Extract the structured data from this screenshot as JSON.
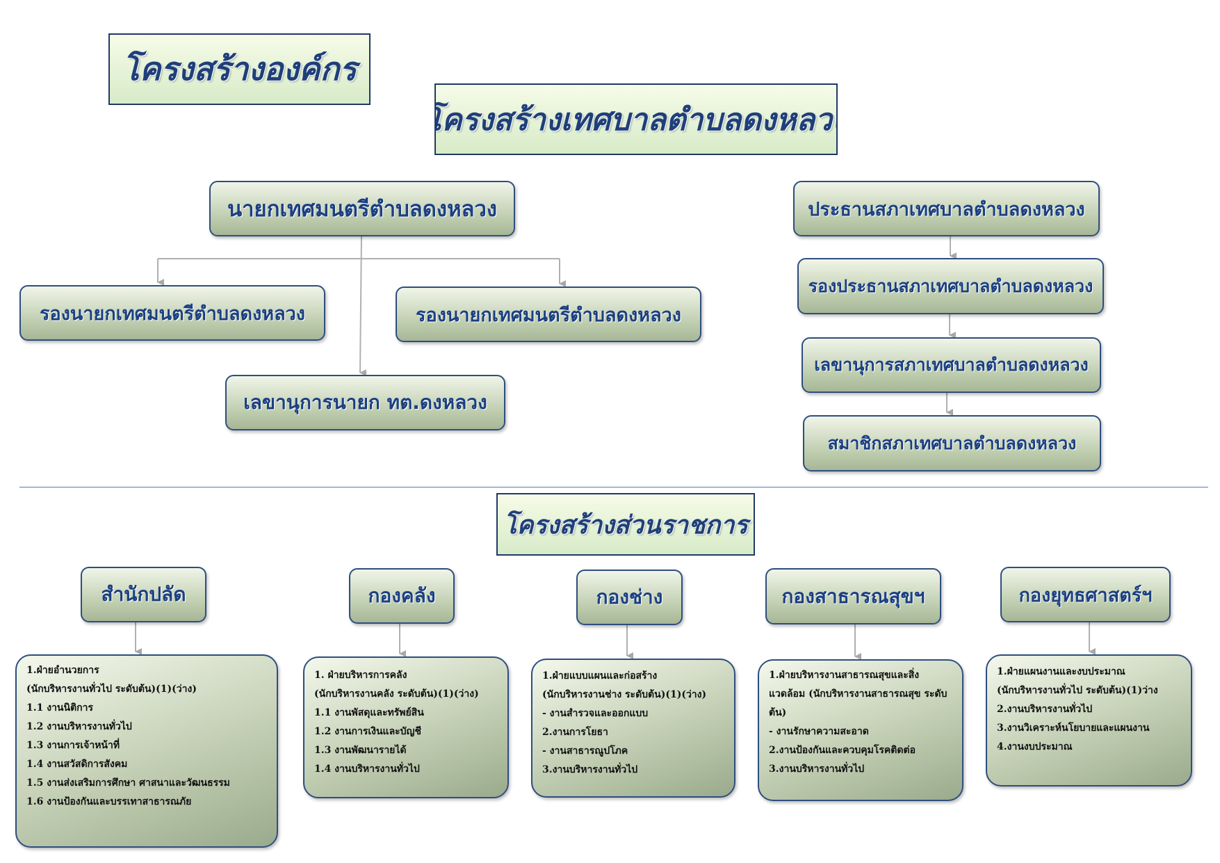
{
  "titles": {
    "org_structure": "โครงสร้างองค์กร",
    "municipality_structure": "โครงสร้างเทศบาลตำบลดงหลวง",
    "division_structure": "โครงสร้างส่วนราชการ"
  },
  "executive": {
    "mayor": "นายกเทศมนตรีตำบลดงหลวง",
    "deputy_left": "รองนายกเทศมนตรีตำบลดงหลวง",
    "deputy_right": "รองนายกเทศมนตรีตำบลดงหลวง",
    "secretary": "เลขานุการนายก ทต.ดงหลวง"
  },
  "council": {
    "chairman": "ประธานสภาเทศบาลตำบลดงหลวง",
    "vice_chairman": "รองประธานสภาเทศบาลตำบลดงหลวง",
    "secretary": "เลขานุการสภาเทศบาลตำบลดงหลวง",
    "members": "สมาชิกสภาเทศบาลตำบลดงหลวง"
  },
  "divisions": [
    {
      "name": "สำนักปลัด",
      "items": [
        "1.ฝ่ายอำนวยการ",
        "(นักบริหารงานทั่วไป ระดับต้น)(1)(ว่าง)",
        "1.1 งานนิติการ",
        "1.2 งานบริหารงานทั่วไป",
        "1.3 งานการเจ้าหน้าที่",
        "1.4 งานสวัสดิการสังคม",
        "1.5 งานส่งเสริมการศึกษา ศาสนาและวัฒนธรรม",
        "1.6 งานป้องกันและบรรเทาสาธารณภัย"
      ]
    },
    {
      "name": "กองคลัง",
      "items": [
        "1. ฝ่ายบริหารการคลัง",
        "(นักบริหารงานคลัง ระดับต้น)(1)(ว่าง)",
        "1.1 งานพัสดุและทรัพย์สิน",
        "1.2 งานการเงินและบัญชี",
        "1.3 งานพัฒนารายได้",
        "1.4 งานบริหารงานทั่วไป"
      ]
    },
    {
      "name": "กองช่าง",
      "items": [
        "1.ฝ่ายแบบแผนและก่อสร้าง",
        "(นักบริหารงานช่าง ระดับต้น)(1)(ว่าง)",
        "- งานสำรวจและออกแบบ",
        "2.งานการโยธา",
        "- งานสาธารณูปโภค",
        "3.งานบริหารงานทั่วไป"
      ]
    },
    {
      "name": "กองสาธารณสุขฯ",
      "items": [
        "1.ฝ่ายบริหารงานสาธารณสุขและสิ่งแวดล้อม (นักบริหารงานสาธารณสุข ระดับต้น)",
        "- งานรักษาความสะอาด",
        "2.งานป้องกันและควบคุมโรคติดต่อ",
        "3.งานบริหารงานทั่วไป"
      ]
    },
    {
      "name": "กองยุทธศาสตร์ฯ",
      "items": [
        "1.ฝ่ายแผนงานและงบประมาณ",
        "(นักบริหารงานทั่วไป ระดับต้น)(1)ว่าง",
        "2.งานบริหารงานทั่วไป",
        "3.งานวิเคราะห์นโยบายและแผนงาน",
        "4.งานงบประมาณ"
      ]
    }
  ],
  "colors": {
    "heading_text": "#1f3f7a",
    "box_border": "#2e4e7e",
    "connector": "#a8a8a8",
    "divider": "#4f7dbb"
  }
}
